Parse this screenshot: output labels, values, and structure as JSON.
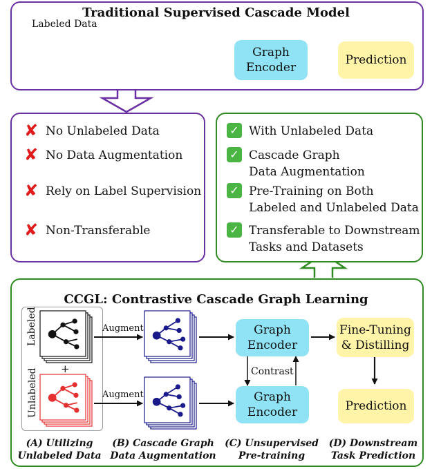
{
  "top": {
    "title": "Traditional Supervised Cascade Model",
    "labeled_data": "Labeled Data",
    "encoder": "Graph\nEncoder",
    "prediction": "Prediction"
  },
  "left_panel": {
    "items": [
      "No Unlabeled Data",
      "No Data Augmentation",
      "Rely on Label Supervision",
      "Non-Transferable"
    ]
  },
  "right_panel": {
    "items": [
      "With Unlabeled Data",
      "Cascade Graph\nData Augmentation",
      "Pre-Training on Both\nLabeled and Unlabeled Data",
      "Transferable to Downstream\nTasks and Datasets"
    ]
  },
  "bottom": {
    "title": "CCGL: Contrastive Cascade Graph Learning",
    "labeled": "Labeled",
    "unlabeled": "Unlabeled",
    "plus": "+",
    "augment_1": "Augment",
    "augment_2": "Augment",
    "encoder_1": "Graph\nEncoder",
    "encoder_2": "Graph\nEncoder",
    "contrast": "Contrast",
    "finetune": "Fine-Tuning\n& Distilling",
    "prediction": "Prediction",
    "captions": [
      "(A) Utilizing\nUnlabeled Data",
      "(B) Cascade Graph\nData Augmentation",
      "(C) Unsupervised\nPre-training",
      "(D) Downstream\nTask Prediction"
    ]
  },
  "colors": {
    "purple": "#6a2fa3",
    "green": "#2e8b1f",
    "encoder_fill": "#8fe3f5",
    "prediction_fill": "#fff4a8",
    "augmented_graph": "#1a1a8c",
    "unlabeled_graph": "#e63030",
    "cross": "#e01b1b",
    "check": "#4bb543"
  }
}
